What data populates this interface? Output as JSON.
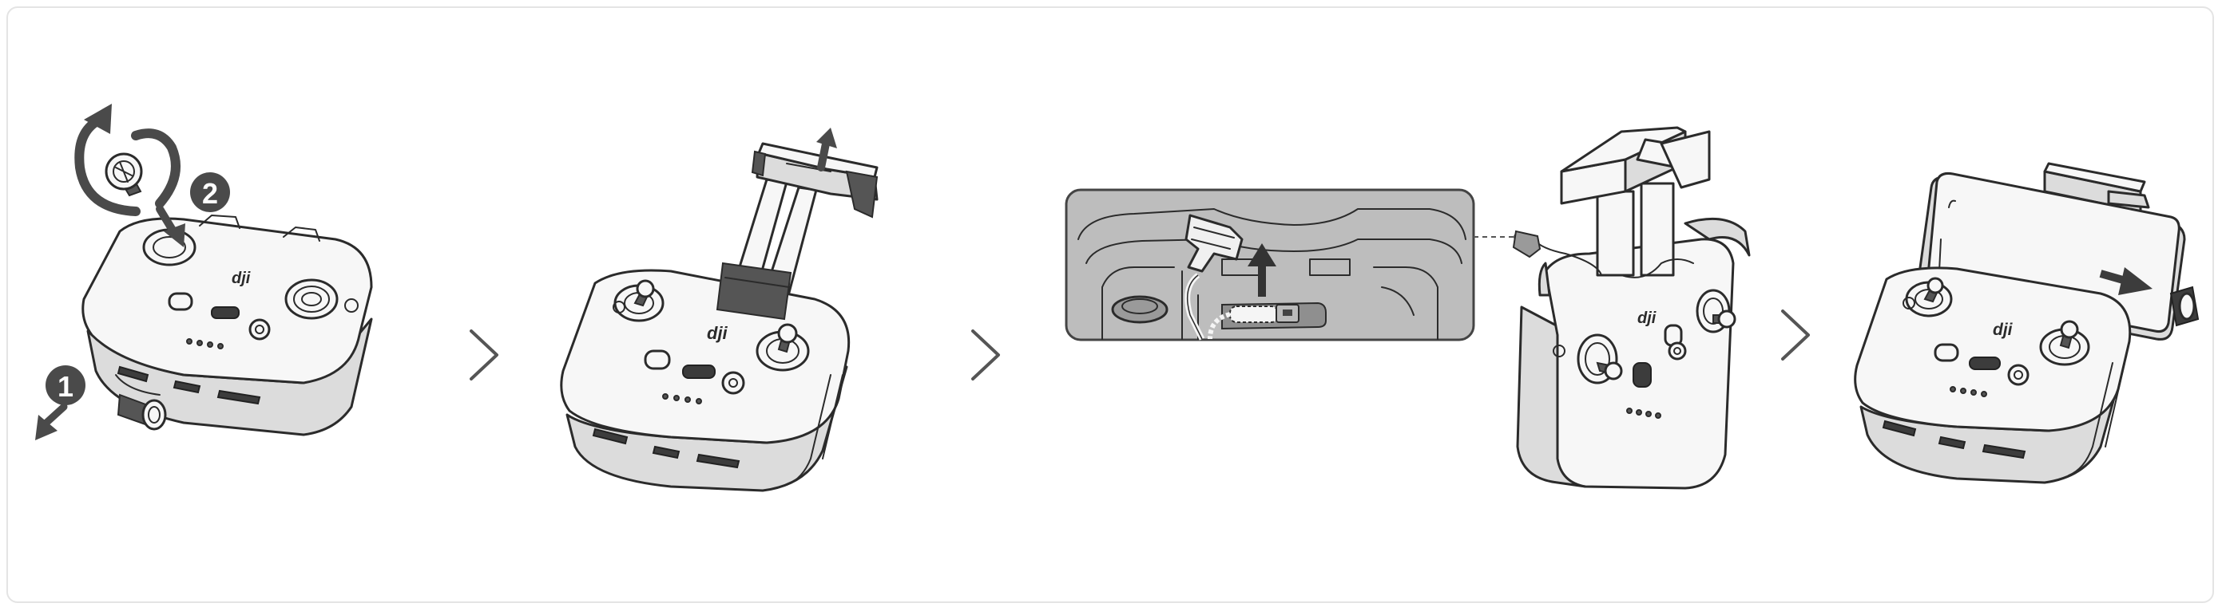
{
  "figure": {
    "brand_mark": "dji",
    "step_badges": [
      "1",
      "2"
    ],
    "accent_color": "#4a4a4a",
    "badge_color": "#4a4a4a",
    "separator_icon": "chevron-right-icon"
  }
}
